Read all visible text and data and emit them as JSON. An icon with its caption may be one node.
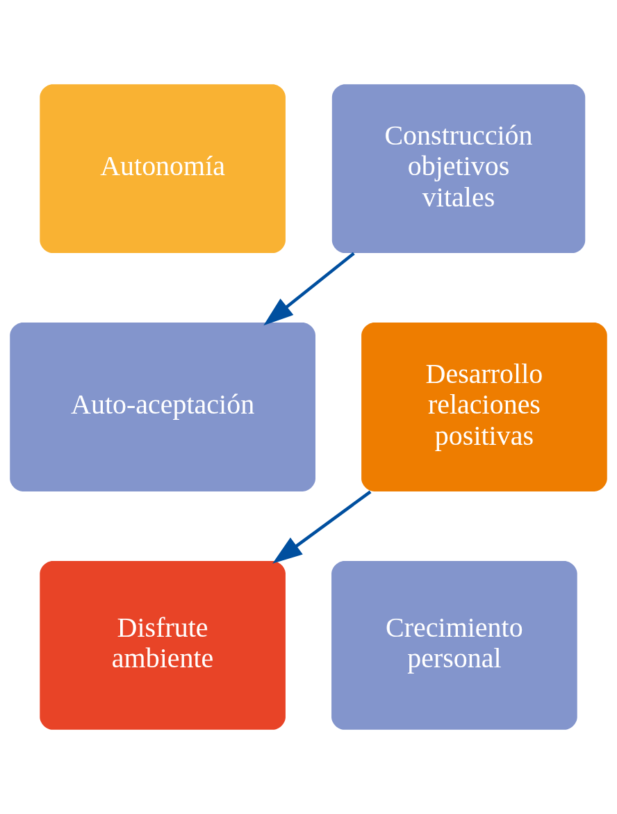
{
  "diagram": {
    "nodes": [
      {
        "text": [
          "Autonomía"
        ]
      },
      {
        "text": [
          "Construcción objetivos vitales"
        ]
      },
      {
        "text": [
          "Auto-aceptación"
        ]
      },
      {
        "text": [
          "Desarrollo relaciones positivas"
        ]
      },
      {
        "text": [
          "Disfrute ambiente"
        ]
      },
      {
        "text": [
          "Crecimiento personal"
        ]
      }
    ],
    "edges": [
      {
        "from": 1,
        "to": 2,
        "arrow": "to"
      },
      {
        "from": 3,
        "to": 4,
        "arrow": "to"
      }
    ]
  }
}
